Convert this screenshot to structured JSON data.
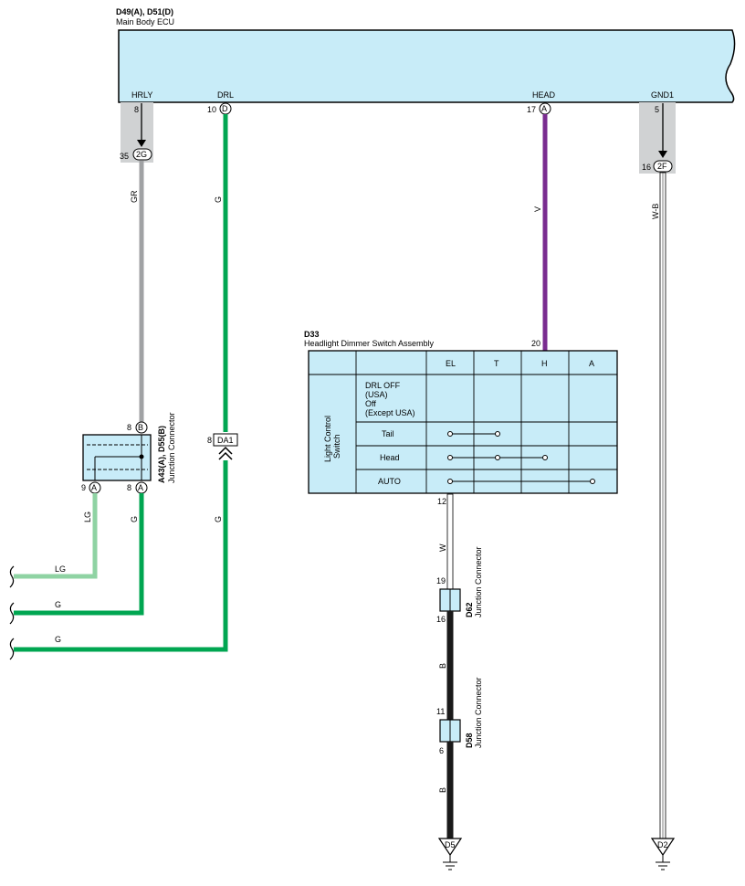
{
  "ecu": {
    "ref": "D49(A), D51(D)",
    "name": "Main Body ECU",
    "color": "#c8ecf8",
    "pins": {
      "hrly": {
        "label": "HRLY",
        "pin": "8"
      },
      "drl": {
        "label": "DRL",
        "pin": "10",
        "conn": "D"
      },
      "head": {
        "label": "HEAD",
        "pin": "17",
        "conn": "A"
      },
      "gnd1": {
        "label": "GND1",
        "pin": "5"
      }
    }
  },
  "junction_blocks": {
    "left": {
      "pin": "35",
      "code": "2G"
    },
    "right": {
      "pin": "16",
      "code": "2F"
    }
  },
  "wires": {
    "gr": {
      "code": "GR",
      "color": "#a0a2a4"
    },
    "g": {
      "code": "G",
      "color": "#00a651"
    },
    "lg": {
      "code": "LG",
      "color": "#8fd3a3"
    },
    "v": {
      "code": "V",
      "color": "#7a2c90"
    },
    "w": {
      "code": "W",
      "color": "#ffffff"
    },
    "wb": {
      "code": "W-B",
      "color": "#ffffff"
    },
    "b": {
      "code": "B",
      "color": "#1a1a1a"
    }
  },
  "junction_a43": {
    "ref": "A43(A), D55(B)",
    "name": "Junction Connector",
    "top_pin": "8",
    "top_conn": "B",
    "left_pin": "9",
    "left_conn": "A",
    "right_pin": "8",
    "right_conn": "A"
  },
  "connector_da1": {
    "pin": "8",
    "code": "DA1"
  },
  "switch": {
    "ref": "D33",
    "name": "Headlight Dimmer Switch Assembly",
    "input_pin": "20",
    "output_pin": "12",
    "side_label_1": "Light Control",
    "side_label_2": "Switch",
    "columns": [
      "EL",
      "T",
      "H",
      "A"
    ],
    "row_drl": [
      "DRL OFF",
      "(USA)",
      "Off",
      "(Except USA)"
    ],
    "rows": [
      "Tail",
      "Head",
      "AUTO"
    ]
  },
  "junction_d62": {
    "ref": "D62",
    "name": "Junction Connector",
    "top_pin": "19",
    "bottom_pin": "16"
  },
  "junction_d58": {
    "ref": "D58",
    "name": "Junction Connector",
    "top_pin": "11",
    "bottom_pin": "6"
  },
  "grounds": {
    "left": "D5",
    "right": "D2"
  }
}
